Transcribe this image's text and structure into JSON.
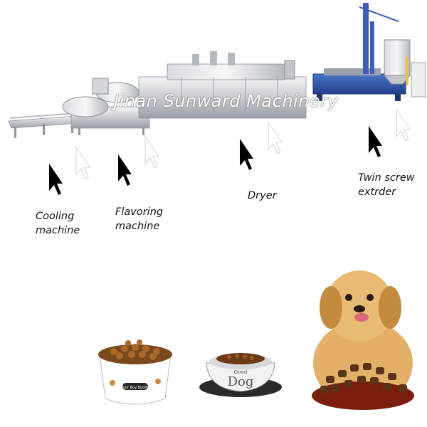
{
  "watermark": "Jinan Sunward Machinery",
  "labels": {
    "cooling": [
      "Cooling",
      "machine"
    ],
    "flavoring": [
      "Flavoring",
      "machine"
    ],
    "dryer": [
      "Dryer"
    ],
    "extruder": [
      "Twin screw",
      "extrder"
    ]
  },
  "bowl": {
    "brand_small": "Good",
    "brand_big": "Dog",
    "bone_text": "Your Boy Buddy"
  },
  "icons": [
    "arrow-pointer-icon",
    "paw-icon",
    "bone-icon"
  ]
}
